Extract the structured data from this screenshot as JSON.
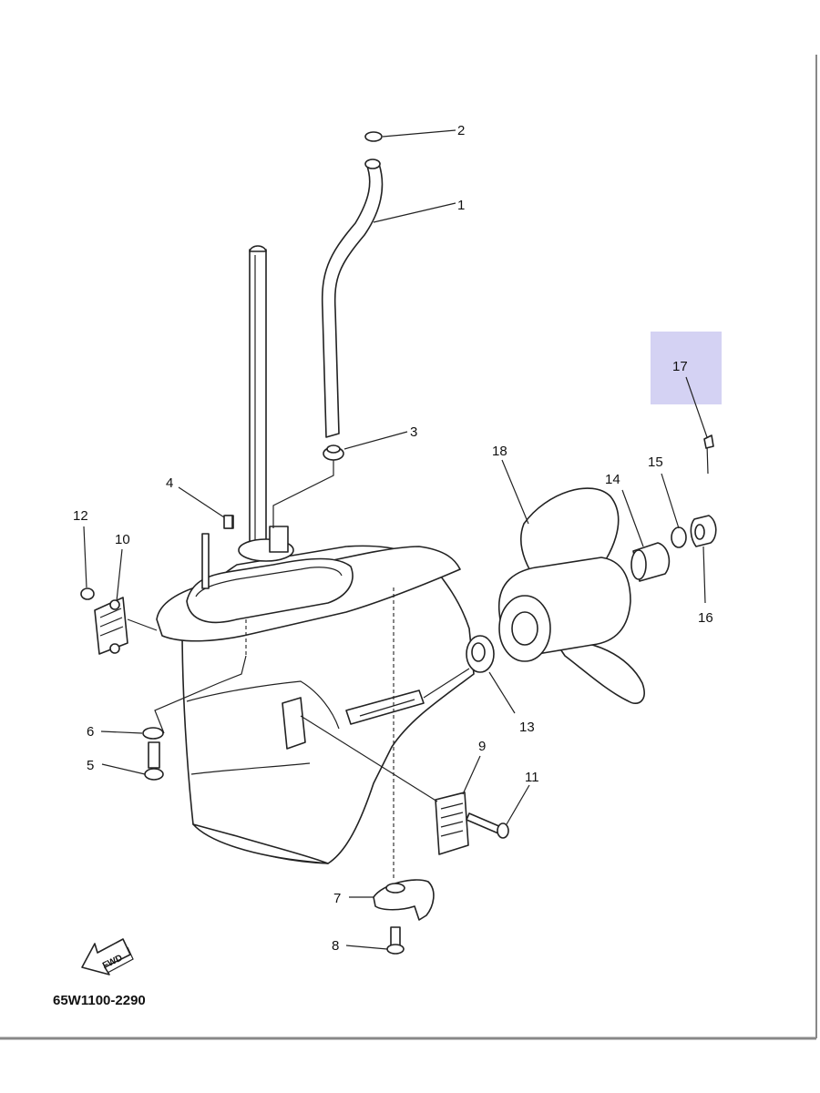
{
  "diagram": {
    "callouts": [
      "1",
      "2",
      "3",
      "4",
      "5",
      "6",
      "7",
      "8",
      "9",
      "10",
      "11",
      "12",
      "13",
      "14",
      "15",
      "16",
      "17",
      "18"
    ],
    "fwd_label": "FWD",
    "drawing_code": "65W1100-2290",
    "highlight_color": "#d4d2f3"
  }
}
